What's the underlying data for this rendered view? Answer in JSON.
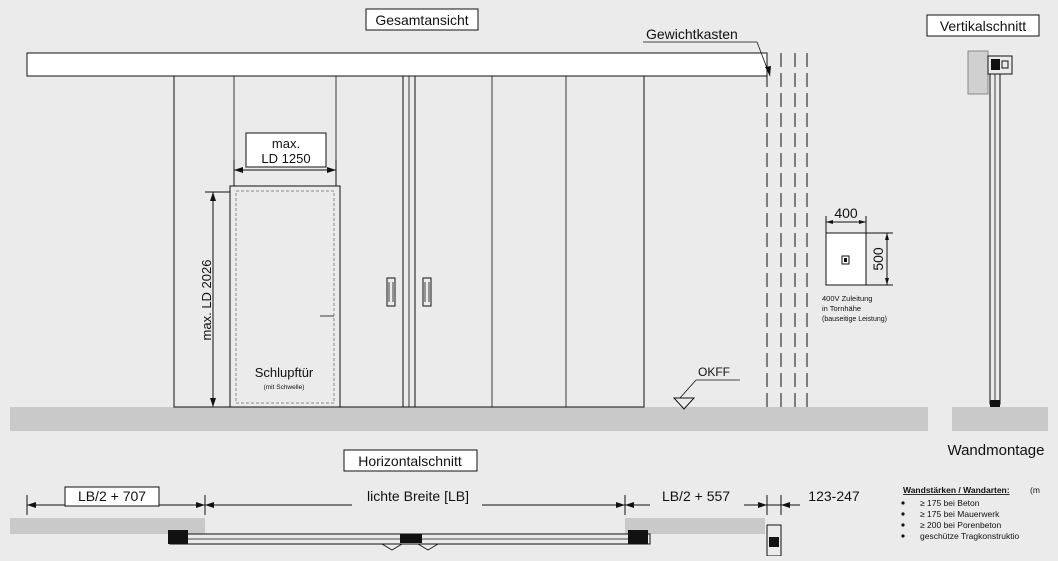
{
  "drawing": {
    "background_color": "#ebebeb",
    "floor_color": "#c9c9c9",
    "titles": {
      "front_view": "Gesamtansicht",
      "vertical_section": "Vertikalschnitt",
      "horizontal_section": "Horizontalschnitt"
    },
    "labels": {
      "weight_box": "Gewichtkasten",
      "wicket_width_line1": "max.",
      "wicket_width_line2": "LD 1250",
      "wicket_height": "max. LD 2026",
      "wicket_door": "Schlupftür",
      "wicket_note": "(mit Schwelle)",
      "floor_level": "OKFF",
      "wall_mounting": "Wandmontage"
    },
    "power_box": {
      "width": "400",
      "height": "500",
      "note_line1": "400V Zuleitung",
      "note_line2": "in Tornhähe",
      "note_line3": "(bauseitige Leistung)"
    },
    "horizontal_dims": {
      "left": "LB/2 + 707",
      "clear_width": "lichte Breite [LB]",
      "right": "LB/2 + 557",
      "wall": "123-247"
    },
    "wall_types": {
      "heading": "Wandstärken / Wandarten:",
      "heading_suffix": "(m",
      "items": [
        "≥ 175 bei Beton",
        "≥ 175 bei Mauerwerk",
        "≥ 200 bei Porenbeton",
        "geschütze Tragkonstruktio"
      ]
    }
  }
}
